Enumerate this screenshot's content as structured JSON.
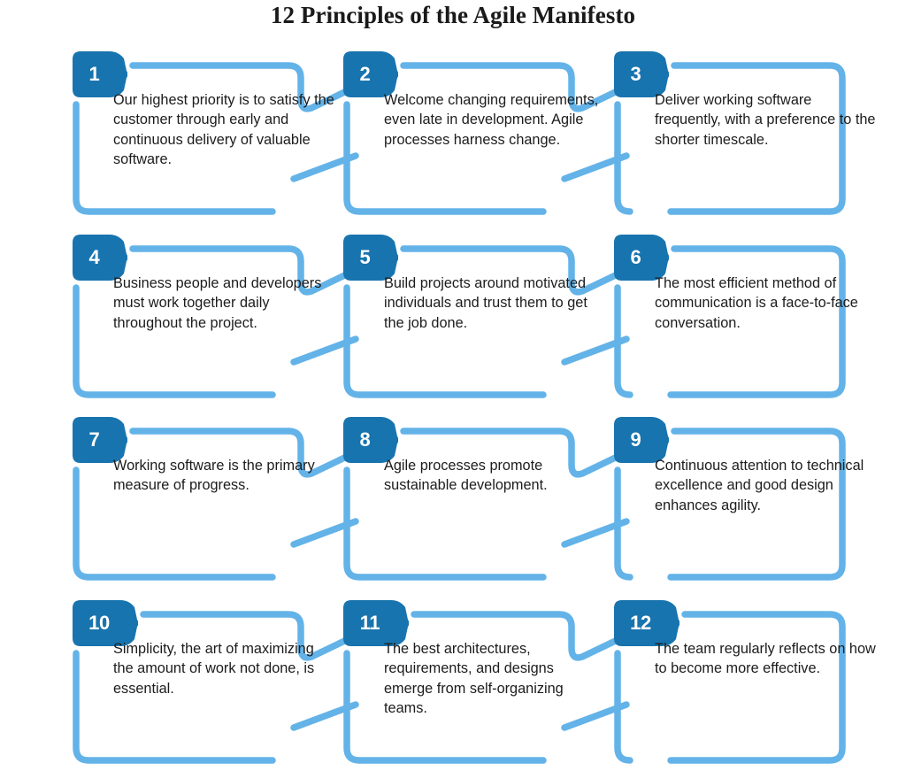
{
  "title": "12 Principles of the Agile Manifesto",
  "colors": {
    "badge_dark_blue": "#1874AE",
    "outline_light_blue": "#63B3E8",
    "badge_number_text": "#FFFFFF",
    "body_text": "#1C1C1C",
    "title_text": "#1A1A1A",
    "background": "#FFFFFF"
  },
  "layout": {
    "columns": 3,
    "rows": 4,
    "total_cards": 12
  },
  "cards": [
    {
      "number": "1",
      "text": "Our highest priority is to satisfy the customer through early and continuous delivery of valuable software."
    },
    {
      "number": "2",
      "text": "Welcome changing requirements, even late in development. Agile processes harness change."
    },
    {
      "number": "3",
      "text": "Deliver working software frequently, with a preference to the shorter timescale."
    },
    {
      "number": "4",
      "text": "Business people and developers must work together daily throughout the project."
    },
    {
      "number": "5",
      "text": "Build projects around motivated individuals and trust them to get the job done."
    },
    {
      "number": "6",
      "text": "The most efficient method of communication is a face-to-face conversation."
    },
    {
      "number": "7",
      "text": "Working software is the primary measure of progress."
    },
    {
      "number": "8",
      "text": "Agile processes promote sustainable development."
    },
    {
      "number": "9",
      "text": "Continuous attention to technical excellence and good design enhances agility."
    },
    {
      "number": "10",
      "text": "Simplicity, the art of maximizing the amount of work not done, is essential."
    },
    {
      "number": "11",
      "text": "The best architectures, requirements, and designs emerge from self-organizing teams."
    },
    {
      "number": "12",
      "text": "The team regularly reflects on how to become more effective."
    }
  ]
}
